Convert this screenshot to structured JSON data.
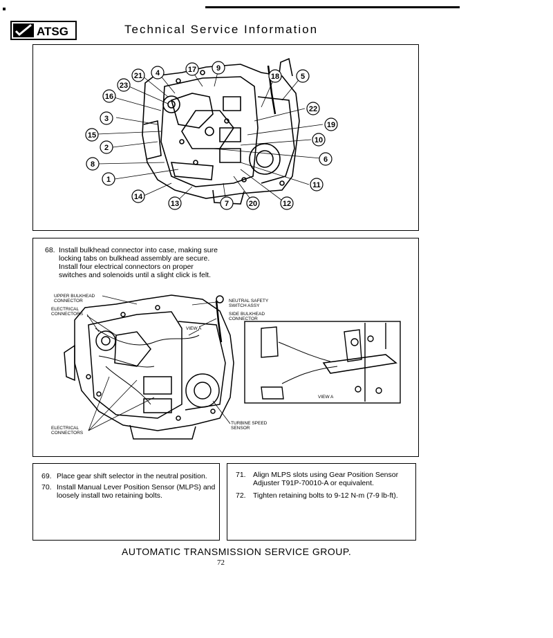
{
  "header": {
    "logo_text": "ATSG",
    "title": "Technical Service Information"
  },
  "figure1": {
    "callouts": [
      "21",
      "4",
      "17",
      "9",
      "18",
      "5",
      "23",
      "16",
      "22",
      "3",
      "19",
      "15",
      "10",
      "2",
      "6",
      "8",
      "1",
      "11",
      "14",
      "13",
      "7",
      "20",
      "12"
    ]
  },
  "step68": {
    "number": "68.",
    "lines": [
      "Install bulkhead connector into case, making sure",
      "locking tabs on bulkhead assembly are secure.",
      "Install four electrical connectors on proper",
      "switches and solenoids until a slight click is felt."
    ]
  },
  "figure2": {
    "labels": {
      "upper_bulkhead": [
        "UPPER BULKHEAD",
        "CONNECTOR"
      ],
      "electrical_top": [
        "ELECTRICAL",
        "CONNECTORS"
      ],
      "neutral_safety": [
        "NEUTRAL SAFETY",
        "SWITCH ASSY"
      ],
      "side_bulkhead": [
        "SIDE BULKHEAD",
        "CONNECTOR"
      ],
      "view_a": "VIEW A",
      "electrical_bottom": [
        "ELECTRICAL",
        "CONNECTORS"
      ],
      "turbine": [
        "TURBINE SPEED",
        "SENSOR"
      ],
      "inset_view_a": "VIEW A"
    }
  },
  "step69": {
    "number": "69.",
    "text": "Place gear shift selector in the neutral position."
  },
  "step70": {
    "number": "70.",
    "lines": [
      "Install Manual Lever Position Sensor (MLPS) and",
      "loosely install two retaining bolts."
    ]
  },
  "step71": {
    "number": "71.",
    "lines": [
      "Align MLPS slots using Gear Position Sensor",
      "Adjuster T91P-70010-A or equivalent."
    ]
  },
  "step72": {
    "number": "72.",
    "text": "Tighten retaining bolts to 9-12 N-m (7-9 lb-ft)."
  },
  "footer": {
    "company": "AUTOMATIC TRANSMISSION SERVICE GROUP.",
    "page_number": "72"
  }
}
